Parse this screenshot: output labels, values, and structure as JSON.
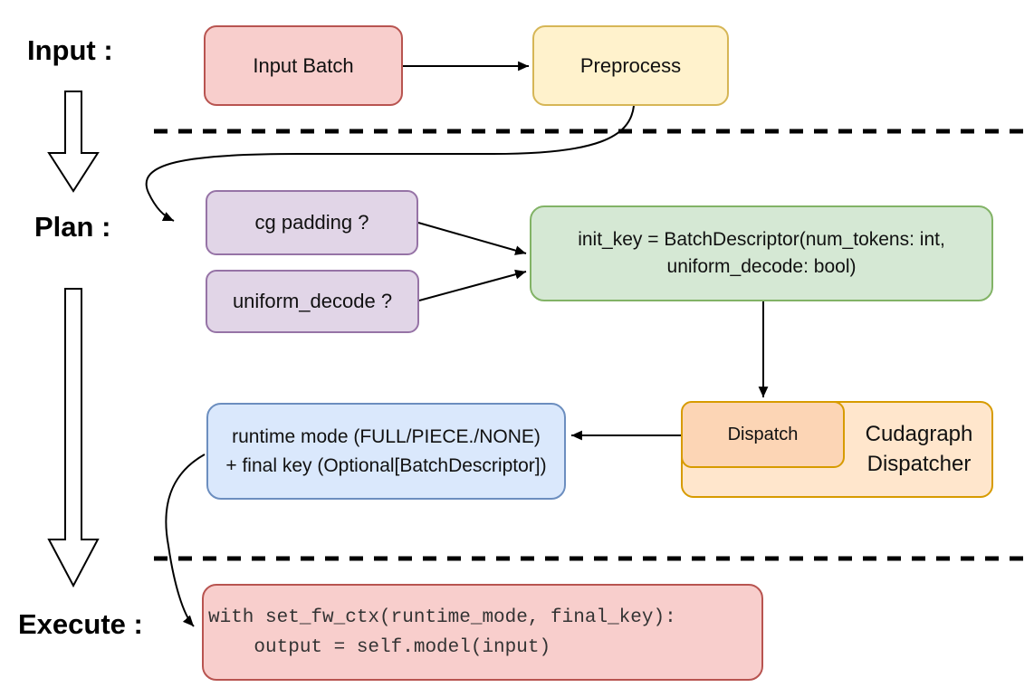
{
  "title": "Cudagraph dispatch pipeline diagram",
  "stages": {
    "input": "Input :",
    "plan": "Plan :",
    "execute": "Execute :"
  },
  "nodes": {
    "input_batch": {
      "label": "Input Batch"
    },
    "preprocess": {
      "label": "Preprocess"
    },
    "cg_padding": {
      "label": "cg padding ?"
    },
    "uniform_decode": {
      "label": "uniform_decode ?"
    },
    "init_key": {
      "line1": "init_key = BatchDescriptor(num_tokens: int,",
      "line2": "uniform_decode: bool)"
    },
    "dispatch": {
      "label": "Dispatch"
    },
    "cudagraph_dispatcher": {
      "line1": "Cudagraph",
      "line2": "Dispatcher"
    },
    "runtime_mode": {
      "line1": "runtime mode (FULL/PIECE./NONE)",
      "line2": "+ final key (Optional[BatchDescriptor])"
    },
    "execute_code": {
      "line1": "with set_fw_ctx(runtime_mode, final_key):",
      "line2": "    output = self.model(input)"
    }
  },
  "colors": {
    "red_fill": "#f8cecc",
    "red_stroke": "#b85450",
    "yellow_fill": "#fff2cc",
    "yellow_stroke": "#d6b656",
    "purple_fill": "#e1d5e7",
    "purple_stroke": "#9673a6",
    "green_fill": "#d5e8d4",
    "green_stroke": "#82b366",
    "orange_fill": "#ffe6cc",
    "orange_inner_fill": "#fcd5b5",
    "orange_stroke": "#d79b00",
    "blue_fill": "#dae8fc",
    "blue_stroke": "#6c8ebf",
    "connector": "#000000",
    "code_text": "#333333"
  }
}
